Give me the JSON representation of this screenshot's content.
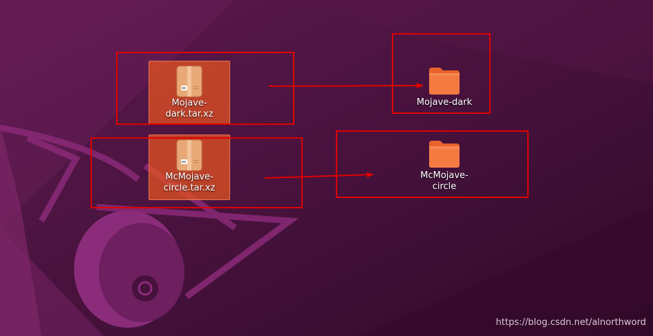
{
  "desktop": {
    "items": [
      {
        "label": "Mojave-\ndark.tar.xz",
        "icon": "archive-icon",
        "selected": true
      },
      {
        "label": "McMojave-\ncircle.tar.xz",
        "icon": "archive-icon",
        "selected": true
      },
      {
        "label": "Mojave-dark",
        "icon": "folder-icon",
        "selected": false
      },
      {
        "label": "McMojave-\ncircle",
        "icon": "folder-icon",
        "selected": false
      }
    ]
  },
  "annotations": {
    "highlight_color": "#e00000"
  },
  "watermark": {
    "text": "https://blog.csdn.net/alnorthword"
  },
  "colors": {
    "wallpaper_base": "#3f0f35",
    "selection": "#e95420",
    "folder_orange": "#f47a42"
  }
}
